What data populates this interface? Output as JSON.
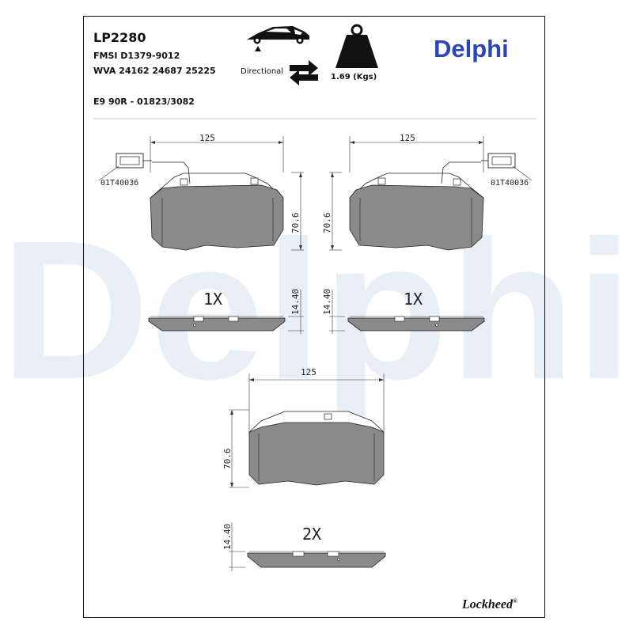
{
  "header": {
    "part_code": "LP2280",
    "fmsi": "FMSI D1379-9012",
    "wva": "WVA 24162 24687 25225",
    "approval": "E9 90R - 01823/3082",
    "directional_label": "Directional",
    "weight_label": "1.69 (Kgs)"
  },
  "brand": {
    "name": "Delphi",
    "color": "#2a45b5"
  },
  "watermark": {
    "text": "Delphi",
    "color": "#e9eff7"
  },
  "footer": {
    "name": "Lockheed",
    "mark": "®"
  },
  "dimensions": {
    "width_top_left": "125",
    "width_top_right": "125",
    "width_bottom": "125",
    "height_left": "70.6",
    "height_right": "70.6",
    "height_bottom": "70.6",
    "thickness_left": "14.40",
    "thickness_right": "14.40",
    "thickness_bottom": "14.40"
  },
  "sensor": {
    "label_left": "01T40036",
    "label_right": "01T40036"
  },
  "quantities": {
    "left": "1X",
    "right": "1X",
    "bottom": "2X"
  },
  "icons": {
    "car": "car-icon",
    "weight": "weight-icon",
    "directional": "double-arrow-icon"
  }
}
